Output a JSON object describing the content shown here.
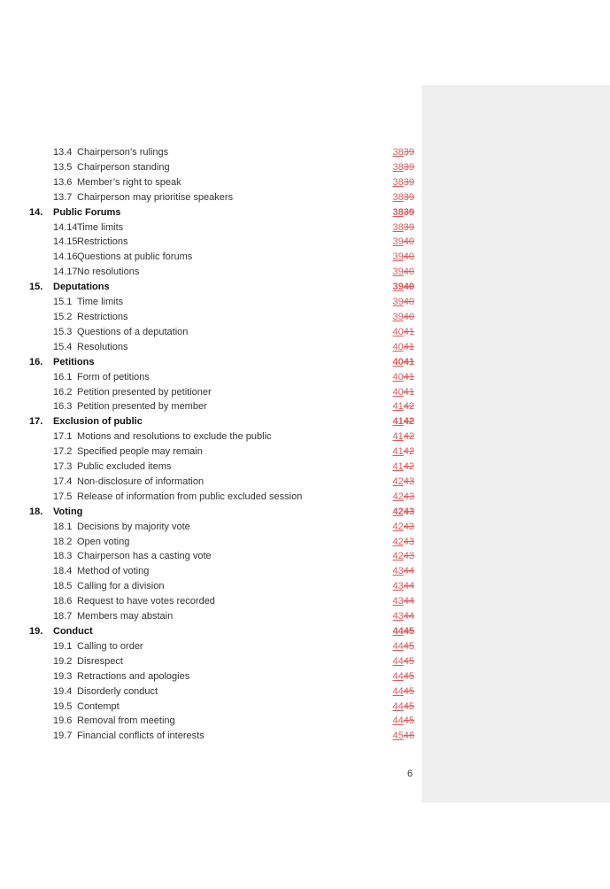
{
  "entries": [
    {
      "level": 2,
      "num": "13.4",
      "title": "Chairperson’s rulings",
      "new": "38",
      "old": "39"
    },
    {
      "level": 2,
      "num": "13.5",
      "title": "Chairperson standing",
      "new": "38",
      "old": "39"
    },
    {
      "level": 2,
      "num": "13.6",
      "title": "Member’s right to speak",
      "new": "38",
      "old": "39"
    },
    {
      "level": 2,
      "num": "13.7",
      "title": "Chairperson may prioritise speakers",
      "new": "38",
      "old": "39"
    },
    {
      "level": 1,
      "num": "14.",
      "title": "Public Forums",
      "new": "38",
      "old": "39"
    },
    {
      "level": 2,
      "num": "14.14",
      "title": "Time limits",
      "new": "38",
      "old": "39"
    },
    {
      "level": 2,
      "num": "14.15",
      "title": "Restrictions",
      "new": "39",
      "old": "40"
    },
    {
      "level": 2,
      "num": "14.16",
      "title": "Questions at public forums",
      "new": "39",
      "old": "40"
    },
    {
      "level": 2,
      "num": "14.17",
      "title": "No resolutions",
      "new": "39",
      "old": "40"
    },
    {
      "level": 1,
      "num": "15.",
      "title": "Deputations",
      "new": "39",
      "old": "40"
    },
    {
      "level": 2,
      "num": "15.1",
      "title": "Time limits",
      "new": "39",
      "old": "40"
    },
    {
      "level": 2,
      "num": "15.2",
      "title": "Restrictions",
      "new": "39",
      "old": "40"
    },
    {
      "level": 2,
      "num": "15.3",
      "title": "Questions of a deputation",
      "new": "40",
      "old": "41"
    },
    {
      "level": 2,
      "num": "15.4",
      "title": "Resolutions",
      "new": "40",
      "old": "41"
    },
    {
      "level": 1,
      "num": "16.",
      "title": "Petitions",
      "new": "40",
      "old": "41"
    },
    {
      "level": 2,
      "num": "16.1",
      "title": "Form of petitions",
      "new": "40",
      "old": "41"
    },
    {
      "level": 2,
      "num": "16.2",
      "title": "Petition presented by petitioner",
      "new": "40",
      "old": "41"
    },
    {
      "level": 2,
      "num": "16.3",
      "title": "Petition presented by member",
      "new": "41",
      "old": "42"
    },
    {
      "level": 1,
      "num": "17.",
      "title": "Exclusion of public",
      "new": "41",
      "old": "42"
    },
    {
      "level": 2,
      "num": "17.1",
      "title": "Motions and resolutions to exclude the public",
      "new": "41",
      "old": "42"
    },
    {
      "level": 2,
      "num": "17.2",
      "title": "Specified people may remain",
      "new": "41",
      "old": "42"
    },
    {
      "level": 2,
      "num": "17.3",
      "title": "Public excluded items",
      "new": "41",
      "old": "42"
    },
    {
      "level": 2,
      "num": "17.4",
      "title": "Non-disclosure of information",
      "new": "42",
      "old": "43"
    },
    {
      "level": 2,
      "num": "17.5",
      "title": "Release of information from public excluded session",
      "new": "42",
      "old": "43"
    },
    {
      "level": 1,
      "num": "18.",
      "title": "Voting",
      "new": "42",
      "old": "43"
    },
    {
      "level": 2,
      "num": "18.1",
      "title": "Decisions by majority vote",
      "new": "42",
      "old": "43"
    },
    {
      "level": 2,
      "num": "18.2",
      "title": "Open voting",
      "new": "42",
      "old": "43"
    },
    {
      "level": 2,
      "num": "18.3",
      "title": "Chairperson has a casting vote",
      "new": "42",
      "old": "43"
    },
    {
      "level": 2,
      "num": "18.4",
      "title": "Method of voting",
      "new": "43",
      "old": "44"
    },
    {
      "level": 2,
      "num": "18.5",
      "title": "Calling for a division",
      "new": "43",
      "old": "44"
    },
    {
      "level": 2,
      "num": "18.6",
      "title": "Request to have votes recorded",
      "new": "43",
      "old": "44"
    },
    {
      "level": 2,
      "num": "18.7",
      "title": "Members may abstain",
      "new": "43",
      "old": "44"
    },
    {
      "level": 1,
      "num": "19.",
      "title": "Conduct",
      "new": "44",
      "old": "45"
    },
    {
      "level": 2,
      "num": "19.1",
      "title": "Calling to order",
      "new": "44",
      "old": "45"
    },
    {
      "level": 2,
      "num": "19.2",
      "title": "Disrespect",
      "new": "44",
      "old": "45"
    },
    {
      "level": 2,
      "num": "19.3",
      "title": "Retractions and apologies",
      "new": "44",
      "old": "45"
    },
    {
      "level": 2,
      "num": "19.4",
      "title": "Disorderly conduct",
      "new": "44",
      "old": "45"
    },
    {
      "level": 2,
      "num": "19.5",
      "title": "Contempt",
      "new": "44",
      "old": "45"
    },
    {
      "level": 2,
      "num": "19.6",
      "title": "Removal from meeting",
      "new": "44",
      "old": "45"
    },
    {
      "level": 2,
      "num": "19.7",
      "title": "Financial conflicts of interests",
      "new": "45",
      "old": "46"
    }
  ],
  "page_number": "6"
}
